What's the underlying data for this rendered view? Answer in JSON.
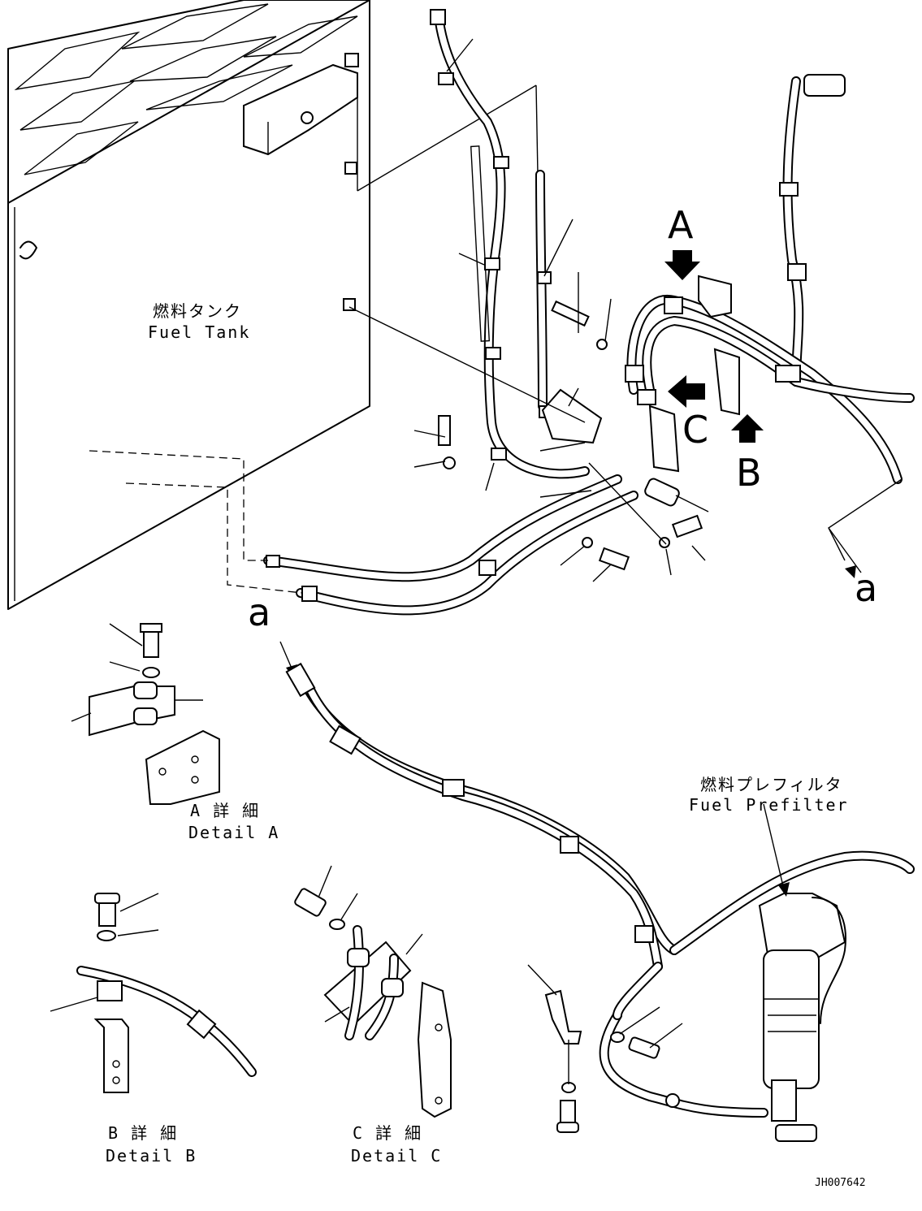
{
  "labels": {
    "fuel_tank_jp": "燃料タンク",
    "fuel_tank_en": "Fuel Tank",
    "prefilter_jp": "燃料プレフィルタ",
    "prefilter_en": "Fuel Prefilter",
    "detail_a_jp": "A 詳 細",
    "detail_a_en": "Detail A",
    "detail_b_jp": "B 詳 細",
    "detail_b_en": "Detail B",
    "detail_c_jp": "C 詳 細",
    "detail_c_en": "Detail C",
    "view_a": "A",
    "view_b": "B",
    "view_c": "C",
    "ref_a_upper": "a",
    "ref_a_lower": "a",
    "drawing_number": "JH007642"
  }
}
